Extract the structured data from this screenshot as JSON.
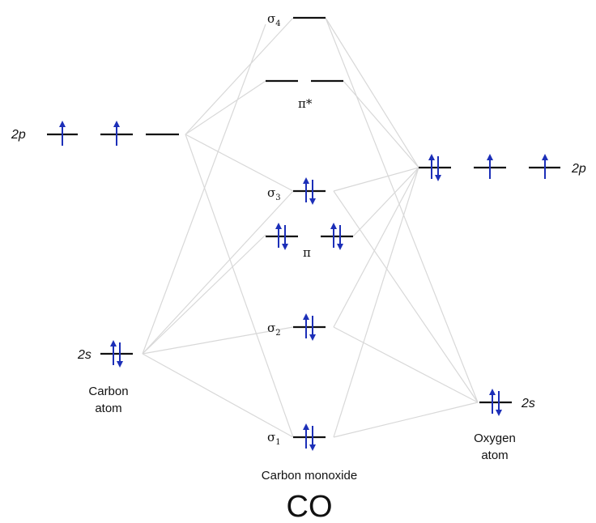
{
  "diagram": {
    "title": "CO",
    "subtitle": "Carbon monoxide",
    "colors": {
      "spin_arrow": "#1c2fb8",
      "level": "#111111",
      "connector": "#d8d8d8"
    },
    "carbon": {
      "name_line1": "Carbon",
      "name_line2": "atom",
      "orbitals": [
        {
          "id": "c-2p",
          "label": "2p",
          "electrons": [
            1,
            1,
            0
          ]
        },
        {
          "id": "c-2s",
          "label": "2s",
          "electrons": [
            2
          ]
        }
      ]
    },
    "oxygen": {
      "name_line1": "Oxygen",
      "name_line2": "atom",
      "orbitals": [
        {
          "id": "o-2p",
          "label": "2p",
          "electrons": [
            2,
            1,
            1
          ]
        },
        {
          "id": "o-2s",
          "label": "2s",
          "electrons": [
            2
          ]
        }
      ]
    },
    "molecule": {
      "orbitals": [
        {
          "id": "sigma4",
          "symbol": "σ",
          "sub": "4",
          "electrons": [
            0
          ]
        },
        {
          "id": "pi-star",
          "symbol": "π*",
          "sub": "",
          "electrons": [
            0,
            0
          ]
        },
        {
          "id": "sigma3",
          "symbol": "σ",
          "sub": "3",
          "electrons": [
            2
          ]
        },
        {
          "id": "pi",
          "symbol": "π",
          "sub": "",
          "electrons": [
            2,
            2
          ]
        },
        {
          "id": "sigma2",
          "symbol": "σ",
          "sub": "2",
          "electrons": [
            2
          ]
        },
        {
          "id": "sigma1",
          "symbol": "σ",
          "sub": "1",
          "electrons": [
            2
          ]
        }
      ]
    }
  }
}
